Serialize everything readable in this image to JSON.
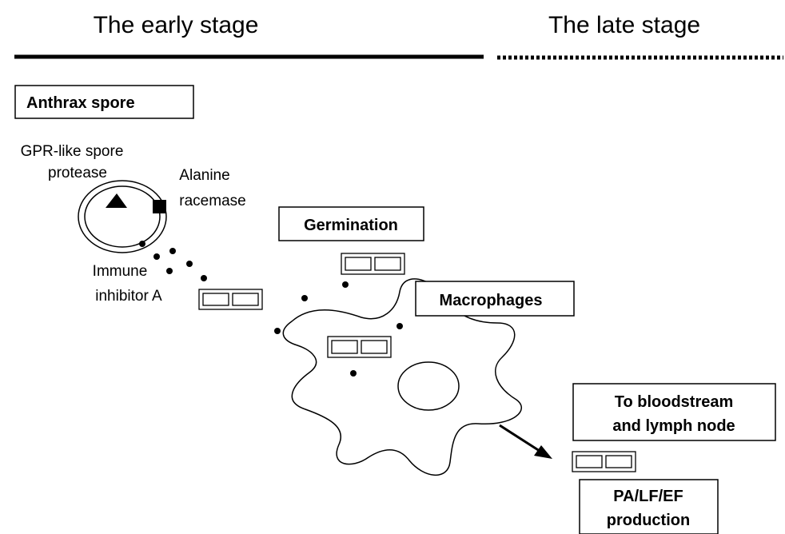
{
  "headers": {
    "early": "The early stage",
    "late": "The late stage"
  },
  "boxes": {
    "spore": "Anthrax spore",
    "germination": "Germination",
    "macrophages": "Macrophages",
    "bloodstream_line1": "To bloodstream",
    "bloodstream_line2": "and lymph node",
    "production_line1": "PA/LF/EF",
    "production_line2": "production"
  },
  "labels": {
    "protease_line1": "GPR-like spore",
    "protease_line2": "protease",
    "racemase_line1": "Alanine",
    "racemase_line2": "racemase",
    "immune_line1": "Immune",
    "immune_line2": "inhibitor A"
  }
}
